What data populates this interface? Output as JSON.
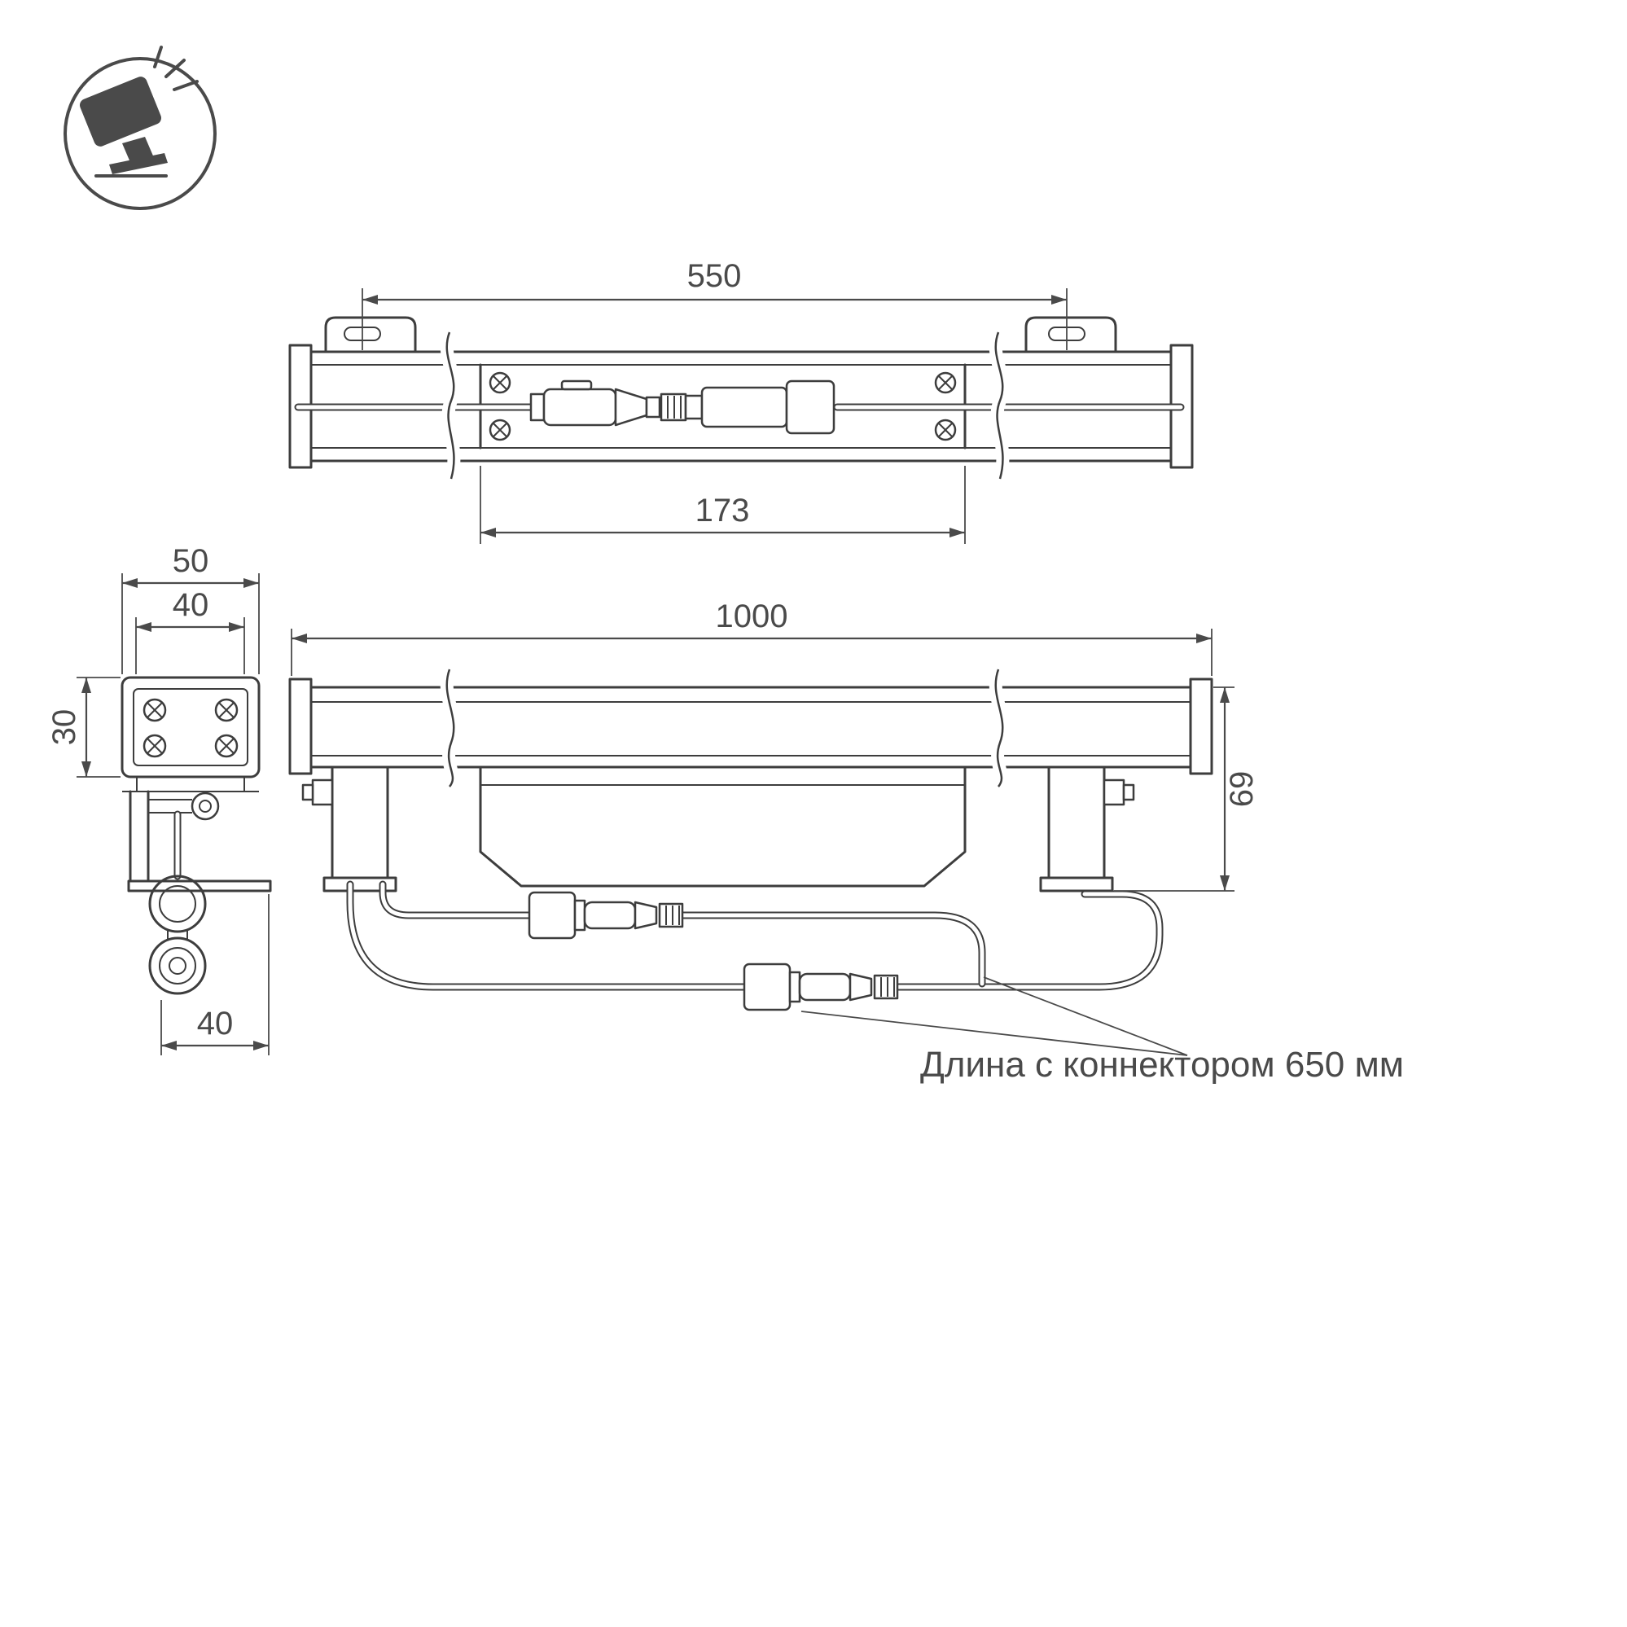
{
  "drawing": {
    "type": "technical-dimension-drawing",
    "product": "linear LED floodlight"
  },
  "dimensions": {
    "top_length": "550",
    "top_connector_span": "173",
    "front_length": "1000",
    "front_height": "69",
    "bracket_outer_width": "50",
    "bracket_inner_width": "40",
    "bracket_height": "30",
    "bracket_bottom_offset": "40"
  },
  "annotation": {
    "cable_note": "Длина с коннектором 650 мм"
  },
  "icons": {
    "badge": "floodlight-icon"
  },
  "colors": {
    "line": "#3d3d3d",
    "dimension": "#4a4a4a",
    "background": "#ffffff"
  }
}
